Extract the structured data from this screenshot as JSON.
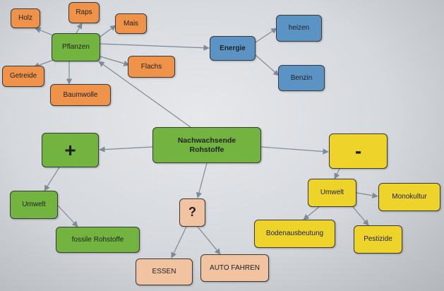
{
  "nodes": {
    "holz": "Holz",
    "raps": "Raps",
    "mais": "Mais",
    "pflanzen": "Pflanzen",
    "getreide": "Getreide",
    "baumwolle": "Baumwolle",
    "flachs": "Flachs",
    "energie": "Energie",
    "heizen": "heizen",
    "benzin": "Benzin",
    "center_line1": "Nachwachsende",
    "center_line2": "Rohstoffe",
    "plus": "+",
    "minus": "-",
    "umwelt_plus": "Umwelt",
    "fossile": "fossile Rohstoffe",
    "question": "?",
    "essen": "ESSEN",
    "auto": "AUTO FAHREN",
    "umwelt_minus": "Umwelt",
    "monokultur": "Monokultur",
    "bodenausbeutung": "Bodenausbeutung",
    "pestizide": "Pestizide"
  },
  "colors": {
    "orange": "#f0934a",
    "green": "#72b43f",
    "blue": "#5b93c4",
    "yellow": "#eed32a",
    "peach": "#f2c3a0",
    "connector": "#7d8a98"
  }
}
